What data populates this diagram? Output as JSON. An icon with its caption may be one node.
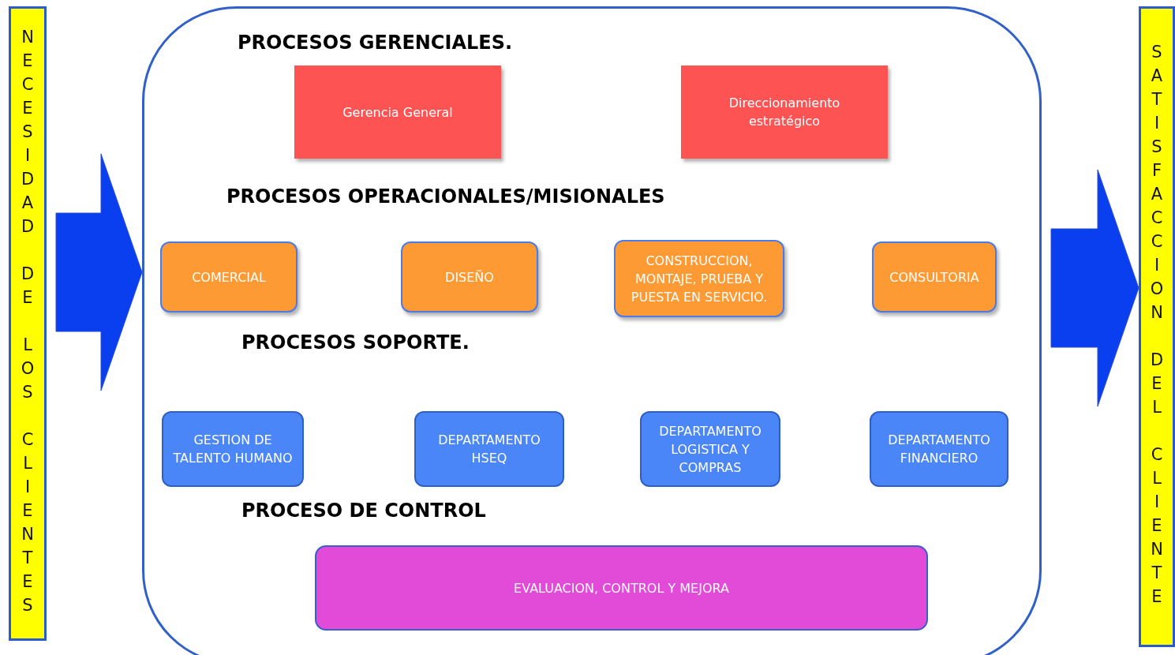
{
  "diagram": {
    "nodes": [
      {
        "text": [
          "NECESIDAD DE LOS CLIENTES"
        ]
      },
      {
        "text": [],
        "shape": "box"
      },
      {
        "text": [
          "Gerencia General"
        ],
        "in": 1
      },
      {
        "text": [
          "Direccionamiento estratégico"
        ],
        "in": 1
      },
      {
        "text": [
          "COMERCIAL"
        ],
        "in": 1
      },
      {
        "text": [
          "DISEÑO"
        ],
        "in": 1
      },
      {
        "text": [
          "CONSTRUCCION, MONTAJE, PRUEBA Y PUESTA EN SERVICIO."
        ],
        "in": 1
      },
      {
        "text": [
          "CONSULTORIA"
        ],
        "in": 1
      },
      {
        "text": [
          "GESTION DE TALENTO HUMANO"
        ],
        "in": 1
      },
      {
        "text": [
          "DEPARTAMENTO HSEQ"
        ],
        "in": 1
      },
      {
        "text": [
          "DEPARTAMENTO LOGISTICA Y COMPRAS"
        ],
        "in": 1
      },
      {
        "text": [
          "DEPARTAMENTO FINANCIERO"
        ],
        "in": 1
      },
      {
        "text": [
          "EVALUACION, CONTROL Y MEJORA"
        ],
        "in": 1
      },
      {
        "text": [
          "SATISFACCION DEL CLIENTE"
        ]
      }
    ],
    "edges": [
      {
        "from": 0,
        "to": 1,
        "arrow": "to"
      },
      {
        "from": 1,
        "to": 13,
        "arrow": "to"
      }
    ],
    "labels": [
      "PROCESOS GERENCIALES.",
      "PROCESOS OPERACIONALES/MISIONALES",
      "PROCESOS SOPORTE.",
      "PROCESO DE CONTROL"
    ]
  }
}
